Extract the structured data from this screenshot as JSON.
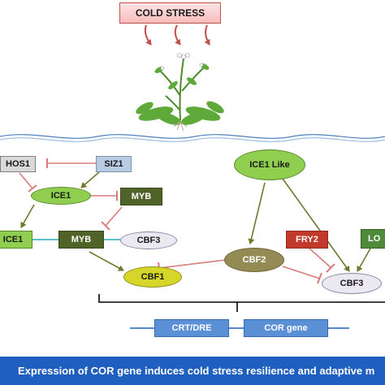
{
  "title": "COLD STRESS",
  "nodes": {
    "hos1": "HOS1",
    "siz1": "SIZ1",
    "ice1_top": "ICE1",
    "myb_top": "MYB",
    "ice1_mid": "ICE1",
    "myb_mid": "MYB",
    "cbf3_mid": "CBF3",
    "cbf1": "CBF1",
    "ice1_like": "ICE1 Like",
    "cbf2": "CBF2",
    "fry2": "FRY2",
    "lo_partial": "LO",
    "cbf3_right": "CBF3",
    "crt_dre": "CRT/DRE",
    "cor_gene": "COR gene"
  },
  "footer": "Expression of COR gene induces cold stress resilience and adaptive m",
  "colors": {
    "banner_border": "#c0504d",
    "arrow_red": "#c0504d",
    "arrow_olive": "#6b7a2e",
    "inhibit": "#d97b7b",
    "ice1_green": "#8fce4f",
    "myb_dark": "#4f6228",
    "siz1_blue": "#b8cce4",
    "hos1_gray": "#d9d9d9",
    "cbf1_yellow": "#d6d62a",
    "cbf2_olive": "#948a54",
    "fry2_red": "#c0392b",
    "lo_green": "#4f8a3a",
    "cbf3_light": "#ebe8f2",
    "crt_blue": "#5b8fd6",
    "footer_blue": "#1f5fbf",
    "wave_blue": "#4f81bd"
  }
}
